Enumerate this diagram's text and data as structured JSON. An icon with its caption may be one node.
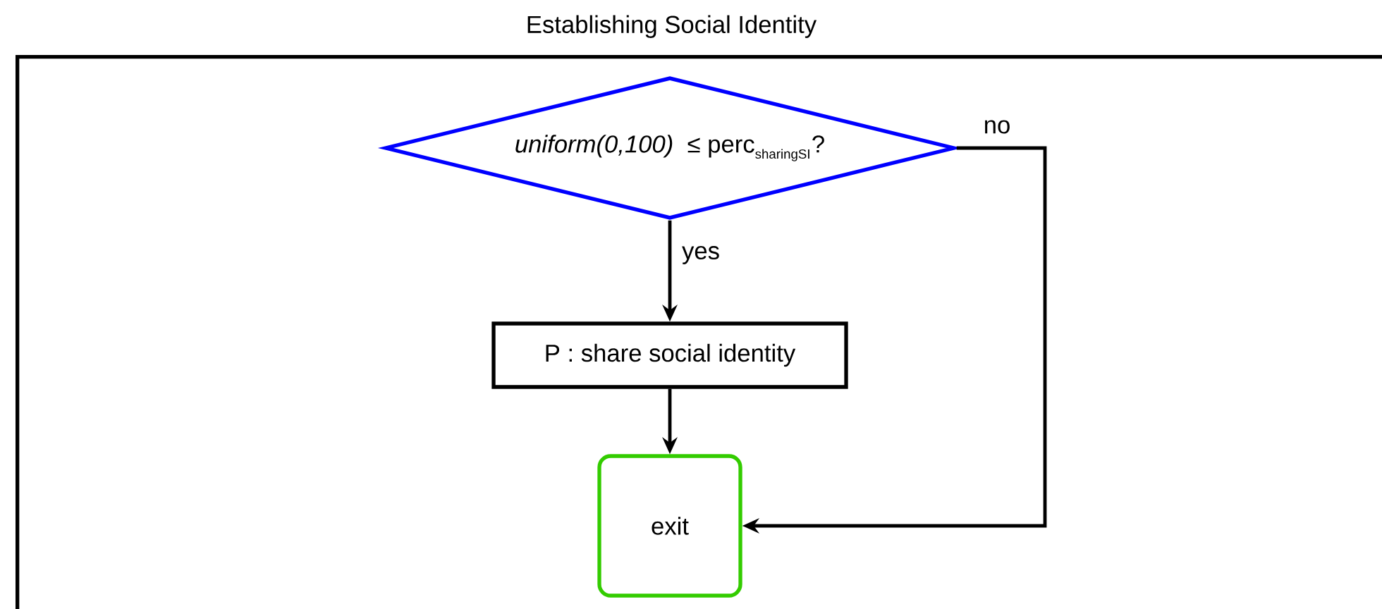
{
  "diagram": {
    "title": "Establishing Social Identity",
    "nodes": [
      {
        "text": [],
        "shape": "box"
      },
      {
        "text": [
          "\\mbox{\\itshape uniform(0,100)}\\ \\ \\mbox{≤ perc}_{\\mbox{\\scriptsize sharingSI}}\\mbox{?}"
        ],
        "in": 0
      },
      {
        "text": [
          "P : share social identity"
        ],
        "in": 0
      },
      {
        "text": [
          "exit"
        ],
        "in": 0
      }
    ],
    "edges": [
      {
        "from": 1,
        "to": 2,
        "arrow": "to",
        "label": "yes"
      },
      {
        "from": 2,
        "to": 3,
        "arrow": "to"
      },
      {
        "from": 1,
        "to": 3,
        "arrow": "to",
        "label": "no"
      }
    ]
  }
}
